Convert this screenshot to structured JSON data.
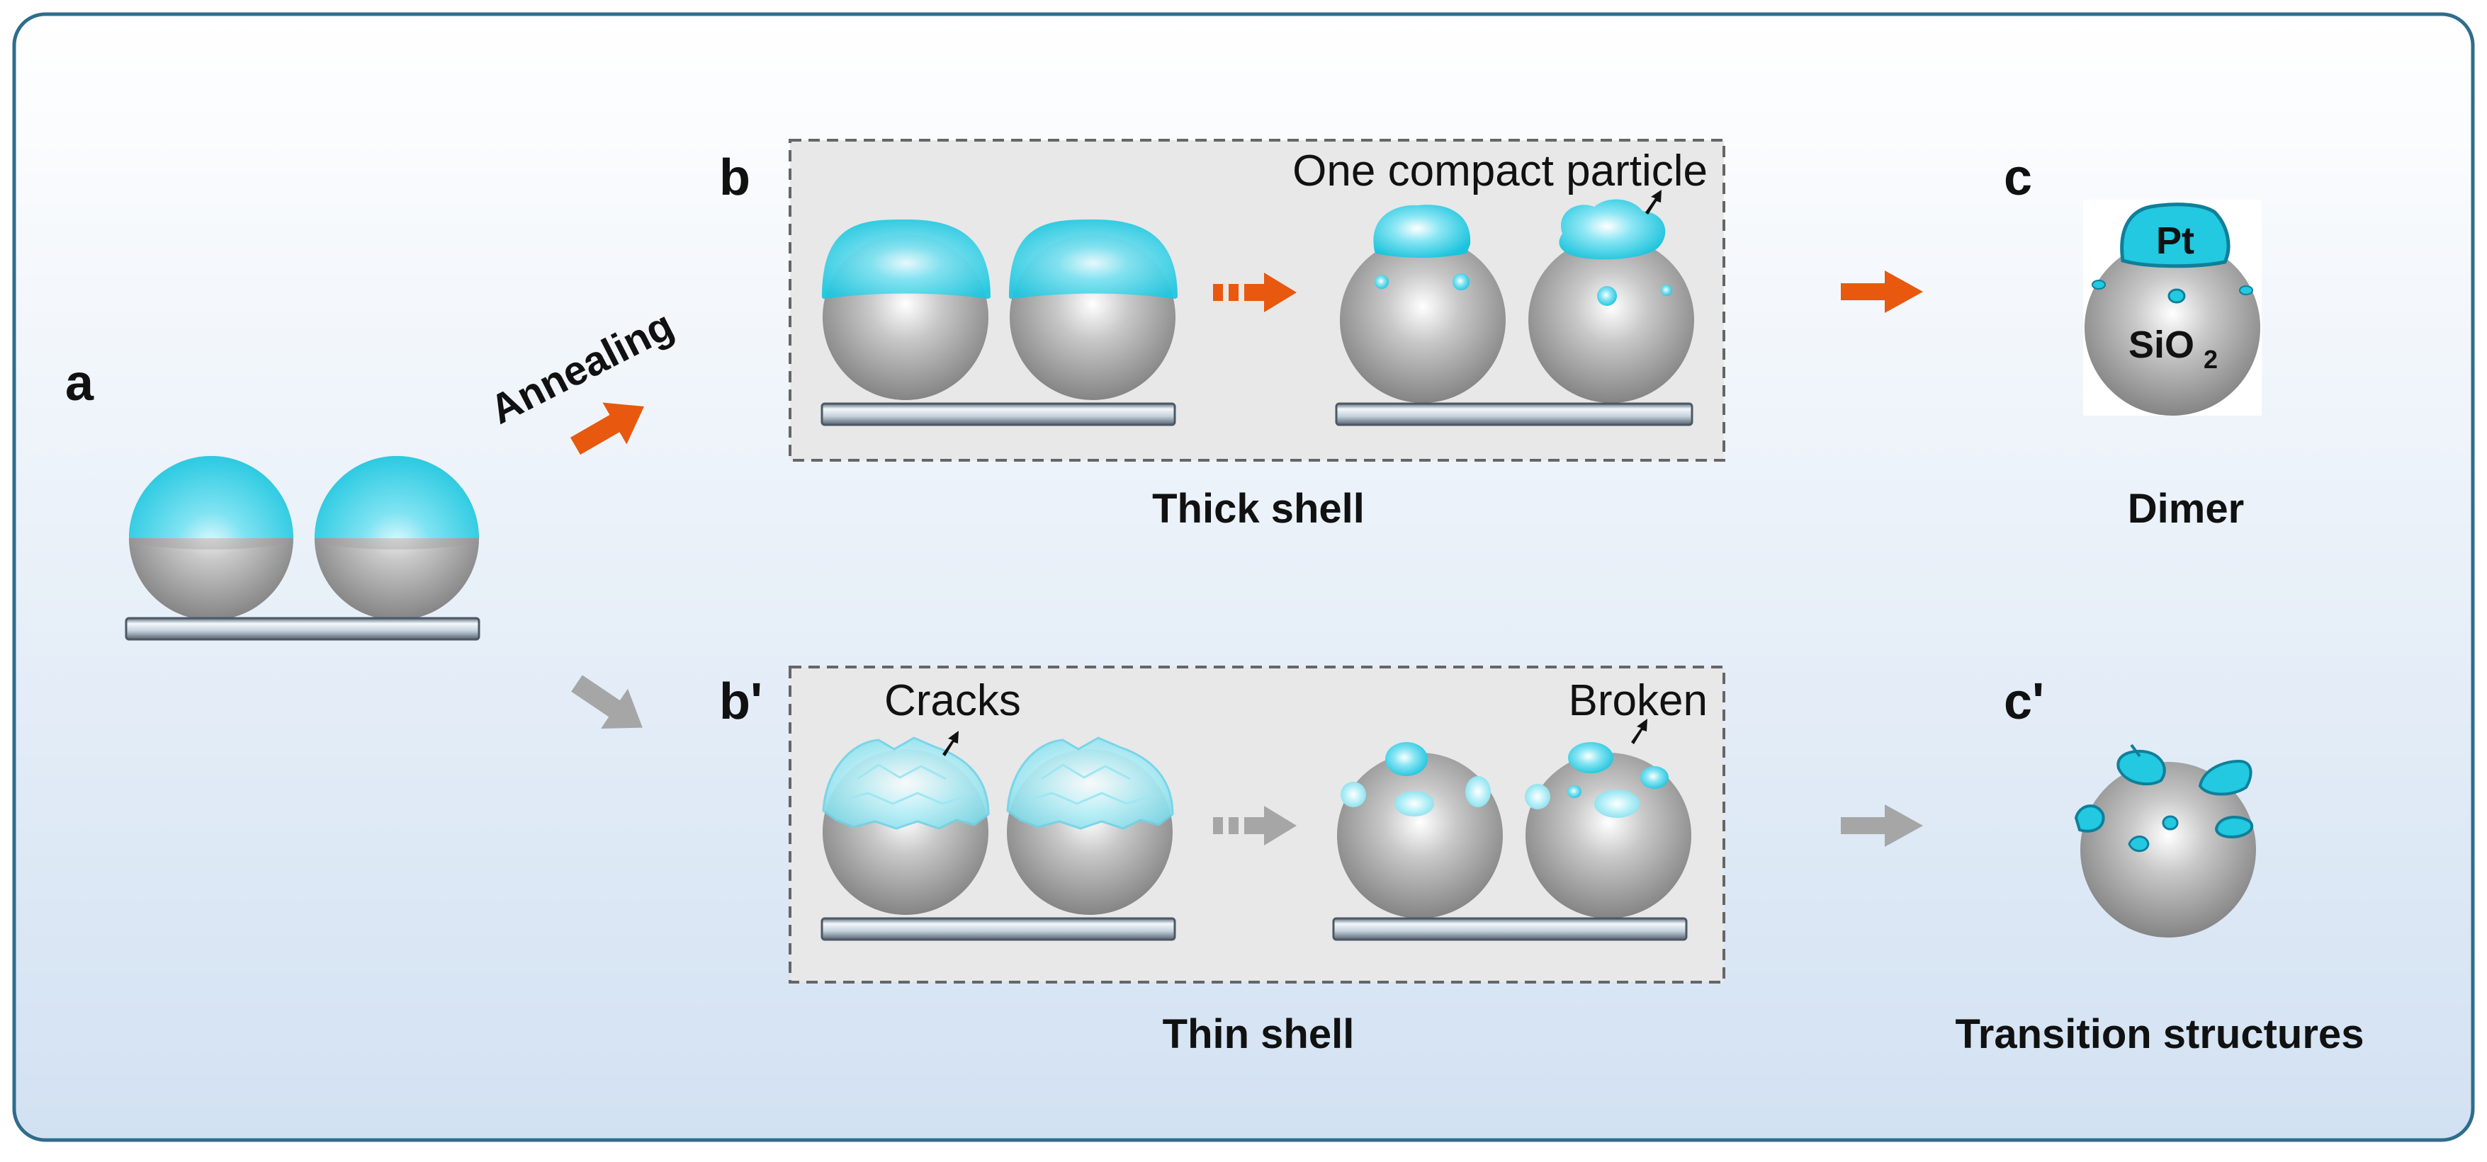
{
  "panels": {
    "a": {
      "label": "a"
    },
    "b": {
      "label": "b",
      "annotation": "One compact particle",
      "caption": "Thick shell"
    },
    "b_prime": {
      "label": "b'",
      "annotation_left": "Cracks",
      "annotation_right": "Broken",
      "caption": "Thin shell"
    },
    "c": {
      "label": "c",
      "caption": "Dimer",
      "pt_label": "Pt",
      "sio2_label": "SiO",
      "sio2_subscript": "2"
    },
    "c_prime": {
      "label": "c'",
      "caption": "Transition structures"
    }
  },
  "arrow_label": "Annealing",
  "colors": {
    "frame_border": "#2e6d8c",
    "pt_cyan": "#22c9e0",
    "sio2_grey": "#a9a9a9",
    "orange_arrow": "#e8580e",
    "grey_arrow": "#a6a6a6",
    "box_fill": "#e8e8e8",
    "box_border": "#666666"
  }
}
